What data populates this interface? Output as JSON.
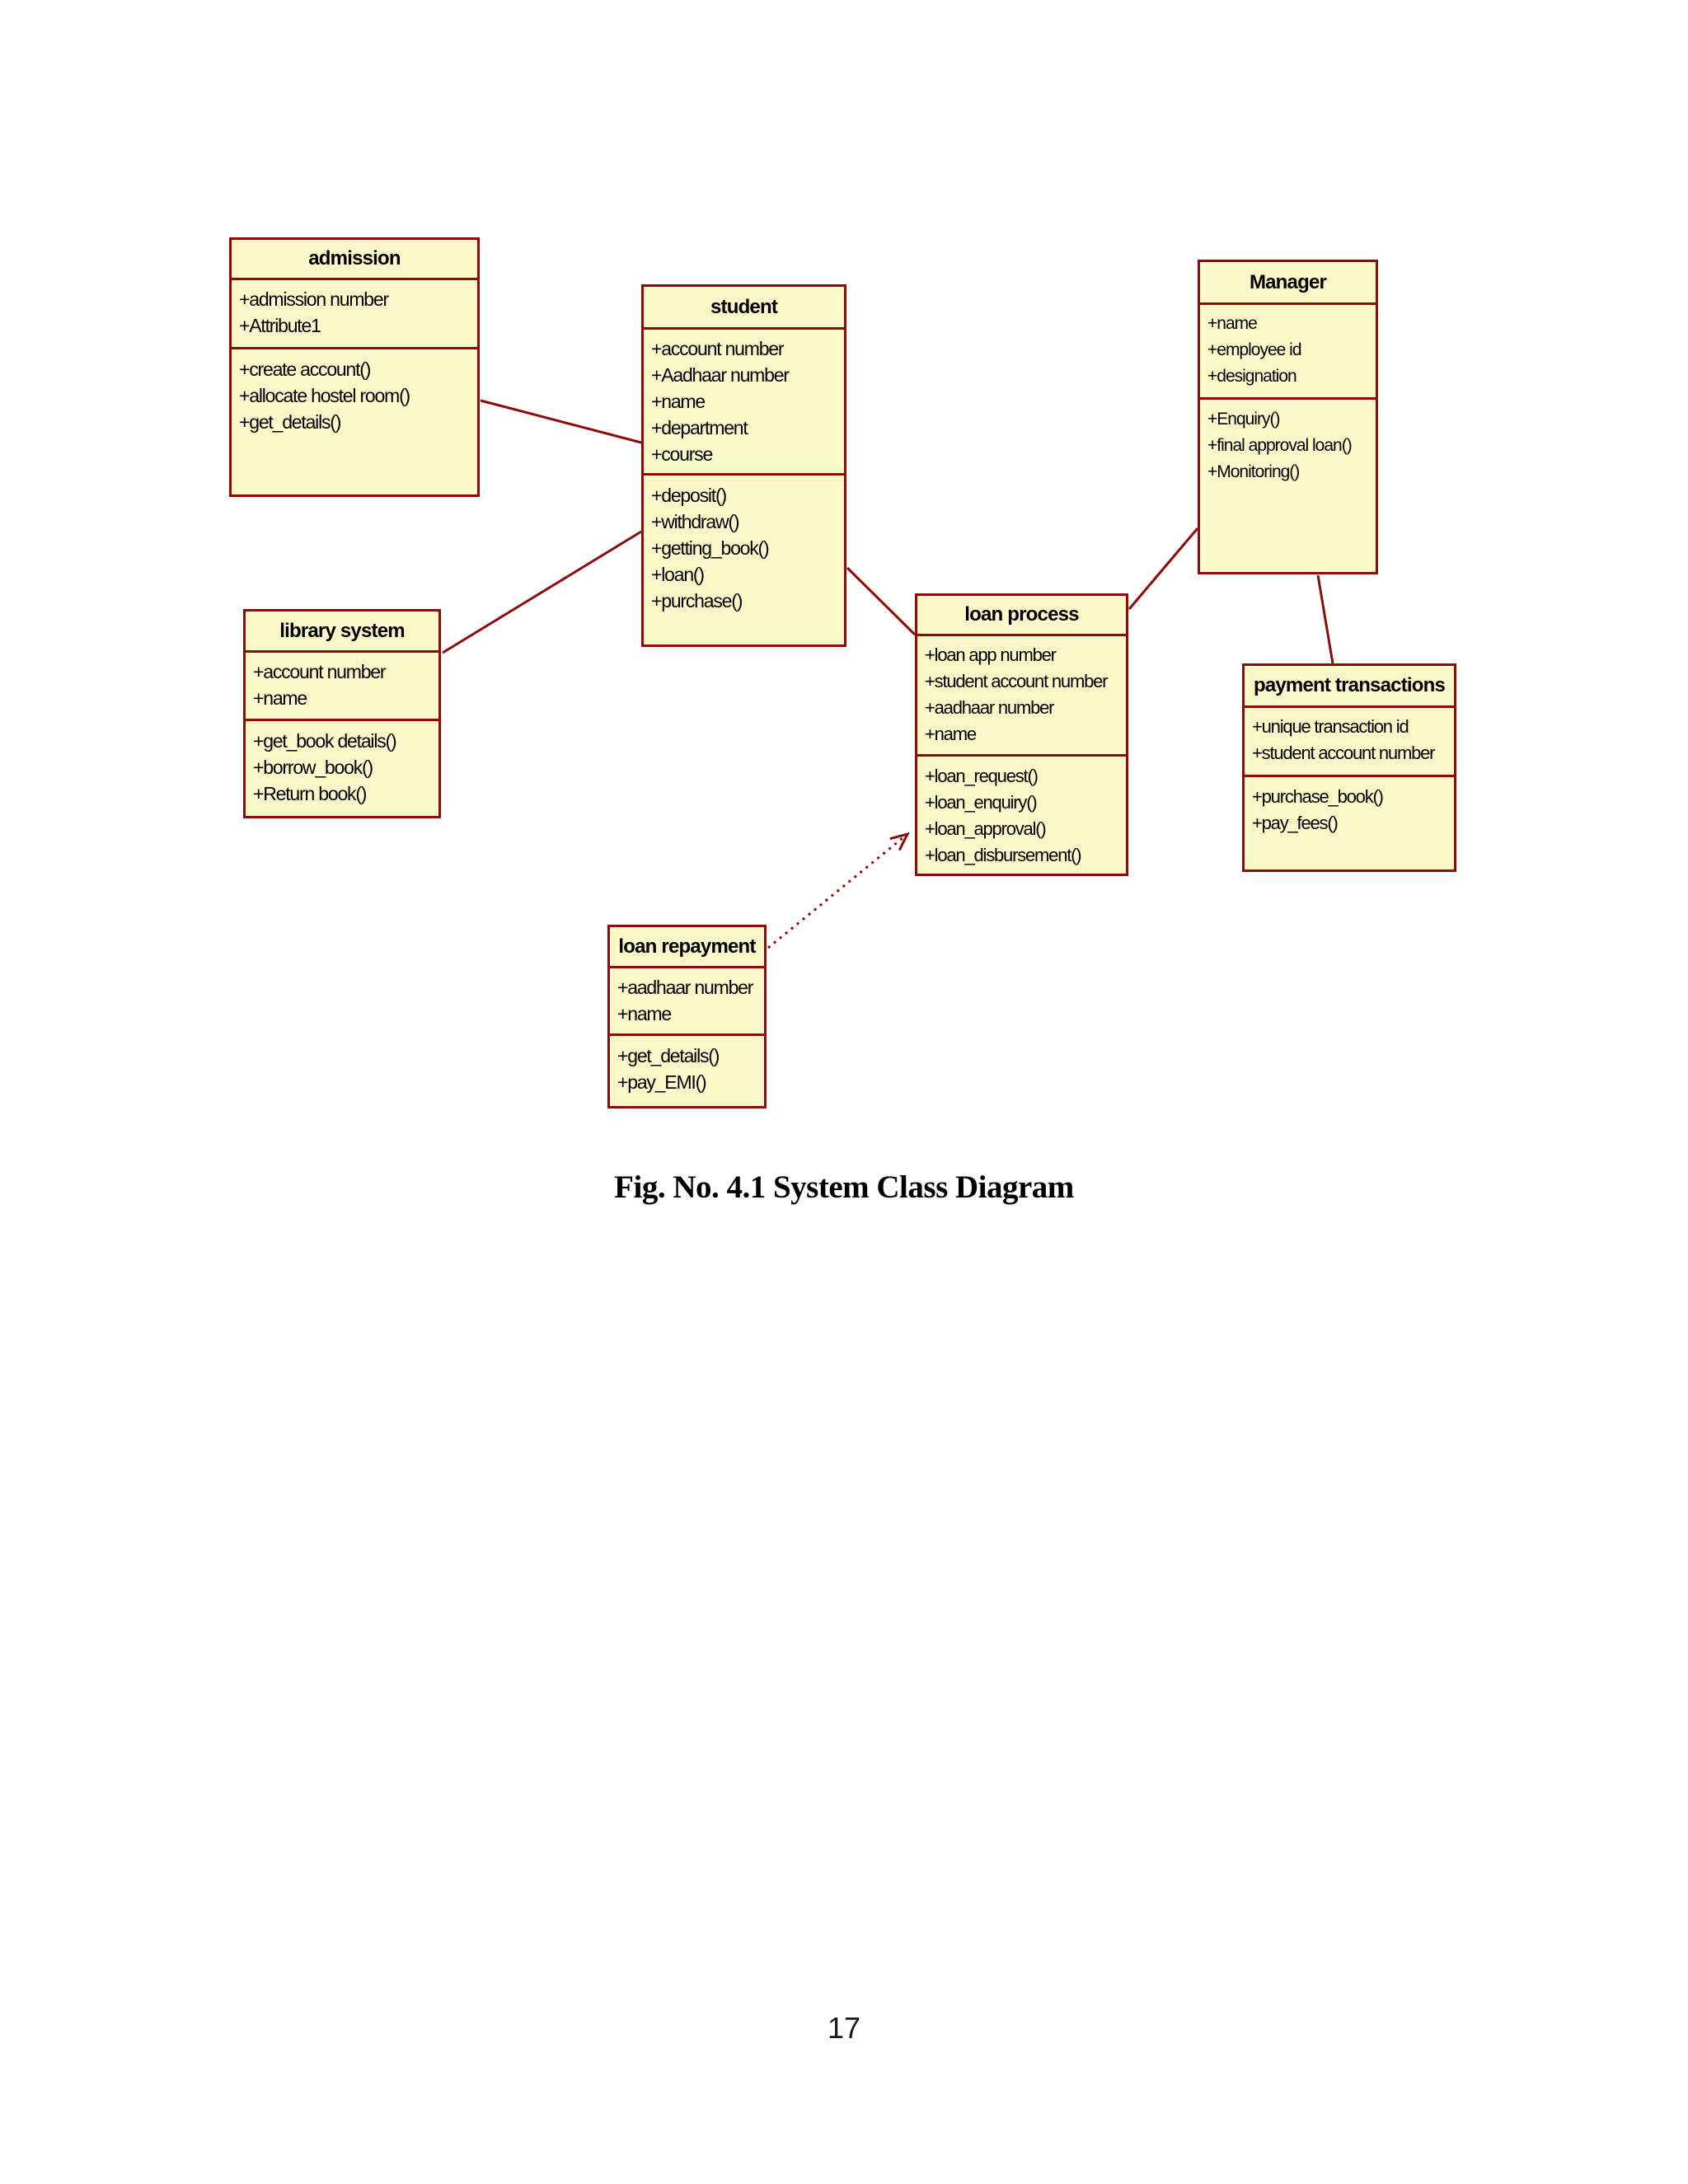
{
  "page": {
    "caption": "Fig. No. 4.1 System Class Diagram",
    "page_number": "17"
  },
  "colors": {
    "class_fill": "#faf7c8",
    "class_border": "#8e0b0b",
    "relationship_line": "#8e0b0b",
    "text": "#000000"
  },
  "diagram": {
    "classes": [
      {
        "title": "admission",
        "attributes": [
          "+admission number",
          "+Attribute1"
        ],
        "methods": [
          "+create account()",
          "+allocate hostel room()",
          "+get_details()"
        ]
      },
      {
        "title": "student",
        "attributes": [
          "+account number",
          "+Aadhaar number",
          "+name",
          "+department",
          "+course"
        ],
        "methods": [
          "+deposit()",
          "+withdraw()",
          "+getting_book()",
          "+loan()",
          "+purchase()"
        ]
      },
      {
        "title": "Manager",
        "attributes": [
          "+name",
          "+employee id",
          "+designation"
        ],
        "methods": [
          "+Enquiry()",
          "+final approval loan()",
          "+Monitoring()"
        ]
      },
      {
        "title": "library system",
        "attributes": [
          "+account number",
          "+name"
        ],
        "methods": [
          "+get_book details()",
          "+borrow_book()",
          "+Return book()"
        ]
      },
      {
        "title": "loan process",
        "attributes": [
          "+loan app number",
          "+student account number",
          "+aadhaar number",
          "+name"
        ],
        "methods": [
          "+loan_request()",
          "+loan_enquiry()",
          "+loan_approval()",
          "+loan_disbursement()"
        ]
      },
      {
        "title": "payment transactions",
        "attributes": [
          "+unique transaction id",
          "+student account number"
        ],
        "methods": [
          "+purchase_book()",
          "+pay_fees()"
        ]
      },
      {
        "title": "loan repayment",
        "attributes": [
          "+aadhaar number",
          "+name"
        ],
        "methods": [
          "+get_details()",
          "+pay_EMI()"
        ]
      }
    ],
    "relationships": [
      {
        "from": "admission",
        "to": "student",
        "style": "solid"
      },
      {
        "from": "library system",
        "to": "student",
        "style": "solid"
      },
      {
        "from": "student",
        "to": "loan process",
        "style": "solid"
      },
      {
        "from": "Manager",
        "to": "loan process",
        "style": "solid"
      },
      {
        "from": "Manager",
        "to": "payment transactions",
        "style": "solid"
      },
      {
        "from": "loan repayment",
        "to": "loan process",
        "style": "dotted-arrow"
      }
    ]
  }
}
